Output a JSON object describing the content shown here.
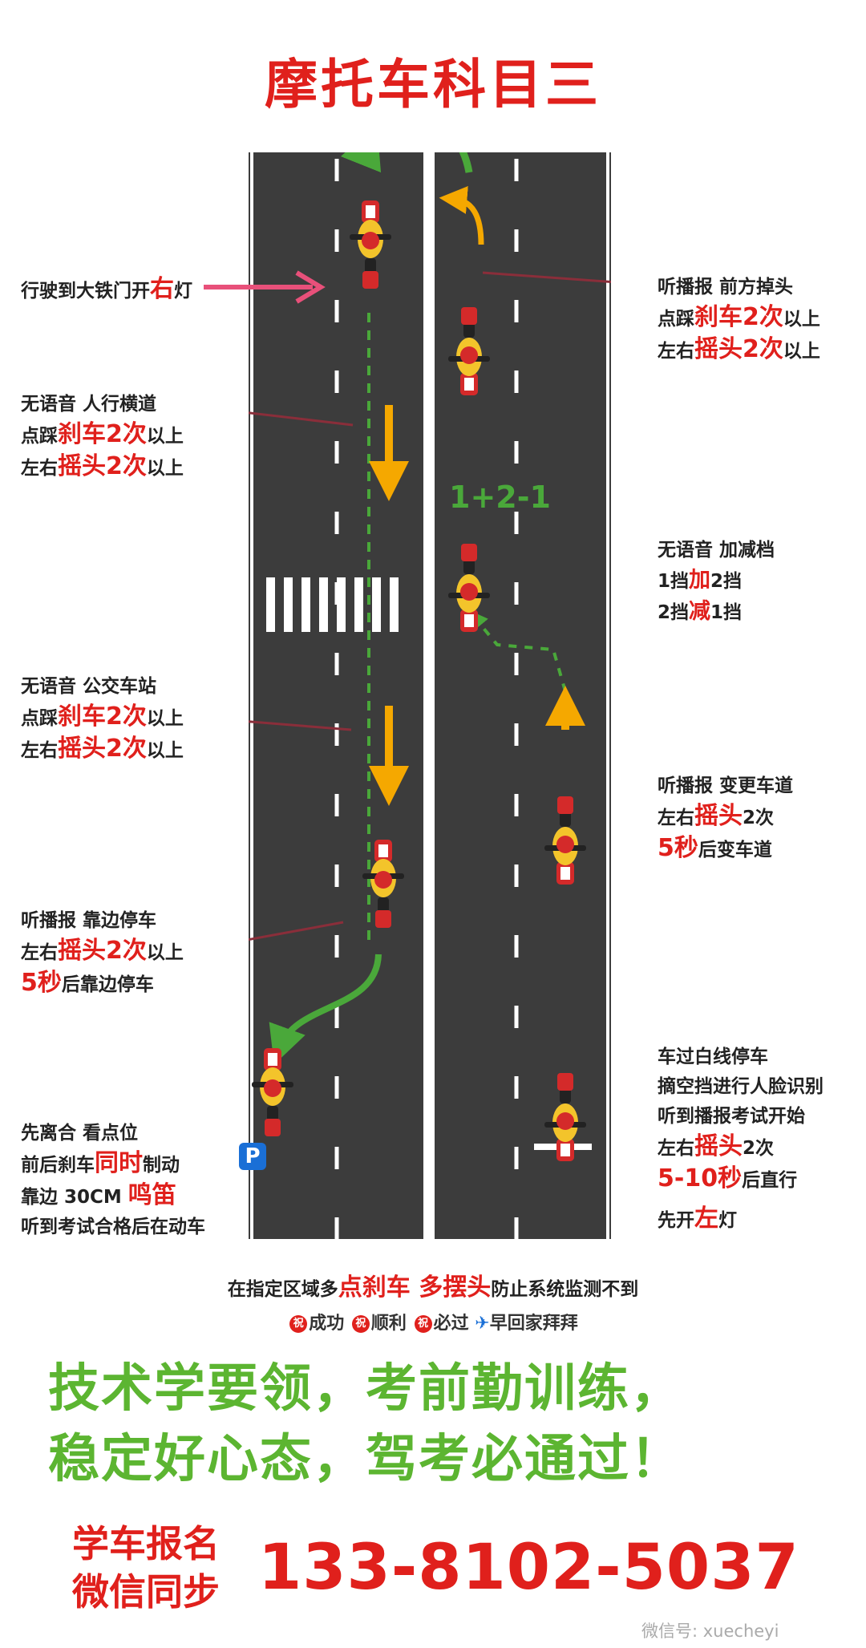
{
  "title": "摩托车科目三",
  "gear_label": "1+2-1",
  "notes": {
    "left_gate": {
      "a": "行驶到大铁门开",
      "b": "右",
      "c": "灯"
    },
    "left_crosswalk": {
      "l1": "无语音  人行横道",
      "l2a": "点踩",
      "l2b": "刹车2次",
      "l2c": "以上",
      "l3a": "左右",
      "l3b": "摇头2次",
      "l3c": "以上"
    },
    "left_bus": {
      "l1": "无语音  公交车站",
      "l2a": "点踩",
      "l2b": "刹车2次",
      "l2c": "以上",
      "l3a": "左右",
      "l3b": "摇头2次",
      "l3c": "以上"
    },
    "left_park": {
      "l1": "听播报  靠边停车",
      "l2a": "左右",
      "l2b": "摇头2次",
      "l2c": "以上",
      "l3a": "5秒",
      "l3b": "后靠边停车"
    },
    "left_start": {
      "l1": "先离合  看点位",
      "l2a": "前后刹车",
      "l2b": "同时",
      "l2c": "制动",
      "l3a": "靠边 30CM ",
      "l3b": "鸣笛",
      "l4": "听到考试合格后在动车"
    },
    "right_uturn": {
      "l1": "听播报  前方掉头",
      "l2a": "点踩",
      "l2b": "刹车2次",
      "l2c": "以上",
      "l3a": "左右",
      "l3b": "摇头2次",
      "l3c": "以上"
    },
    "right_gear": {
      "l1": "无语音  加减档",
      "l2a": "1挡",
      "l2b": "加",
      "l2c": "2挡",
      "l3a": "2挡",
      "l3b": "减",
      "l3c": "1挡"
    },
    "right_lane": {
      "l1": "听播报  变更车道",
      "l2a": "左右",
      "l2b": "摇头",
      "l2c": "2次",
      "l3a": "5秒",
      "l3b": "后变车道"
    },
    "right_start": {
      "l1": "车过白线停车",
      "l2": "摘空挡进行人脸识别",
      "l3": "听到播报考试开始",
      "l4a": "左右",
      "l4b": "摇头",
      "l4c": "2次",
      "l5a": "5-10秒",
      "l5b": "后直行",
      "l6a": "先开",
      "l6b": "左",
      "l6c": "灯"
    }
  },
  "bottom_note": {
    "a": "在指定区域多",
    "b": "点刹车",
    "c": "  多摆头",
    "d": "防止系统监测不到"
  },
  "wishes": {
    "w1": "祝",
    "t1": "成功",
    "w2": "祝",
    "t2": "顺利",
    "w3": "祝",
    "t3": "必过",
    "t4": "早回家拜拜"
  },
  "slogan": {
    "line1": "技术学要领，考前勤训练，",
    "line2": "稳定好心态，驾考必通过！"
  },
  "promo": {
    "line1": "学车报名",
    "line2": "微信同步"
  },
  "phone": "133-8102-5037",
  "watermark": "微信号: xuecheyi",
  "parking_sign": "P",
  "colors": {
    "title": "#e0201c",
    "road": "#3c3c3c",
    "arrow_green": "#4aa83a",
    "arrow_yellow": "#f5a800",
    "slogan": "#5cb531"
  }
}
